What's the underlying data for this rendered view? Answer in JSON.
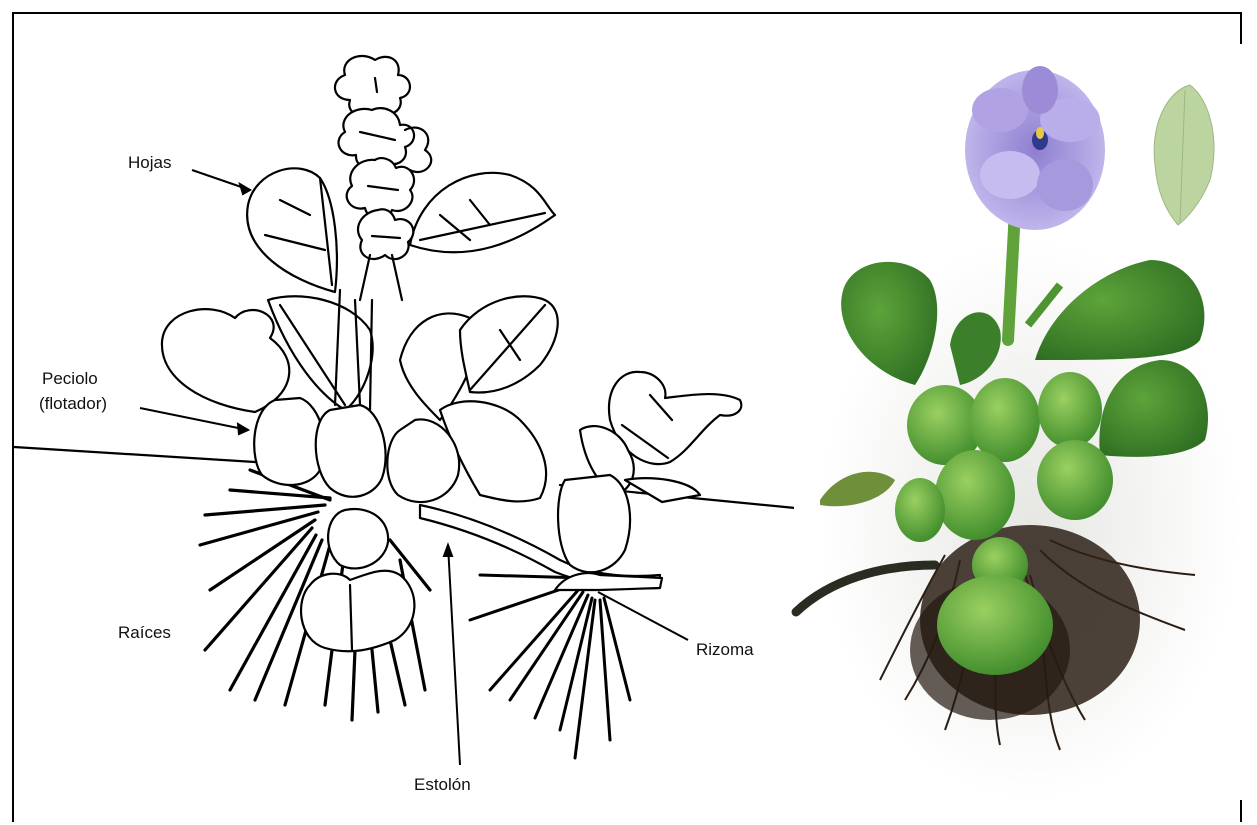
{
  "labels": {
    "hojas": "Hojas",
    "peciolo_line1": "Peciolo",
    "peciolo_line2": "(flotador)",
    "raices": "Raíces",
    "estolon": "Estolón",
    "rizoma": "Rizoma"
  },
  "colors": {
    "outline": "#000000",
    "flower": "#b4a6e0",
    "leaf": "#3f8a2e",
    "leaf_light": "#7fbf4f",
    "roots": "#2a1d14",
    "photo_bg": "#f4f4f2"
  }
}
